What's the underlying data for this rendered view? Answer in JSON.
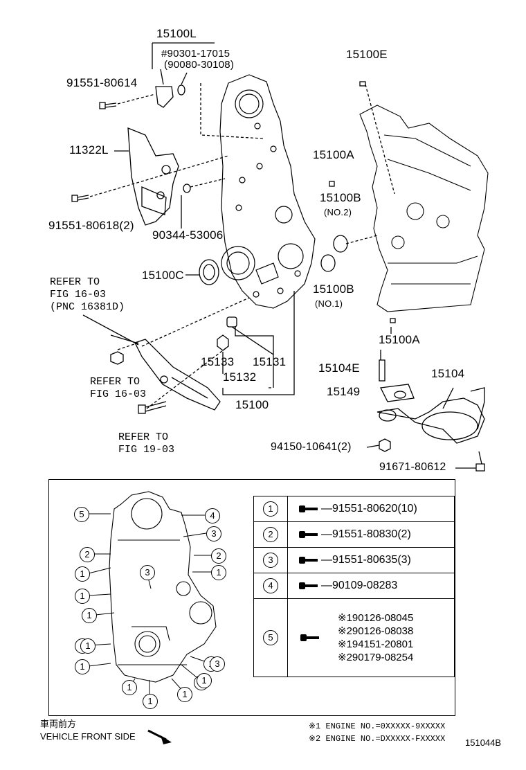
{
  "labels": {
    "p15100L": "15100L",
    "p90301": "#90301-17015",
    "p90080": "(90080-30108)",
    "p15100E": "15100E",
    "p91551_80614": "91551-80614",
    "p11322L": "11322L",
    "p15100A_top": "15100A",
    "p15100B_top": "15100B",
    "no2": "(NO.2)",
    "p91551_80618": "91551-80618(2)",
    "p90344": "90344-53006",
    "p15100C": "15100C",
    "p15100B_bot": "15100B",
    "no1": "(NO.1)",
    "refer1_a": "REFER TO",
    "refer1_b": "FIG 16-03",
    "refer1_c": "(PNC 16381D)",
    "p15100A_bot": "15100A",
    "p15104E": "15104E",
    "p15104": "15104",
    "p15133": "15133",
    "p15131": "15131",
    "p15132": "15132",
    "p15100": "15100",
    "p15149": "15149",
    "refer2_a": "REFER TO",
    "refer2_b": "FIG 16-03",
    "refer3_a": "REFER TO",
    "refer3_b": "FIG 19-03",
    "p94150": "94150-10641(2)",
    "p91671": "91671-80612"
  },
  "legend": [
    {
      "num": "1",
      "parts": [
        "91551-80620(10)"
      ]
    },
    {
      "num": "2",
      "parts": [
        "91551-80830(2)"
      ]
    },
    {
      "num": "3",
      "parts": [
        "91551-80635(3)"
      ]
    },
    {
      "num": "4",
      "parts": [
        "90109-08283"
      ]
    },
    {
      "num": "5",
      "parts": [
        "※190126-08045",
        "※290126-08038",
        "※194151-20801",
        "※290179-08254"
      ]
    }
  ],
  "key_callouts": [
    "5",
    "4",
    "3",
    "2",
    "2",
    "1",
    "1",
    "1",
    "1",
    "3",
    "1",
    "1",
    "1",
    "1",
    "1",
    "1",
    "1",
    "3",
    "1",
    "1"
  ],
  "footer": {
    "jp": "車両前方",
    "front": "VEHICLE FRONT SIDE",
    "note1": "※1 ENGINE NO.=0XXXXX-9XXXXX",
    "note2": "※2 ENGINE NO.=DXXXXX-FXXXXX",
    "code": "151044B"
  }
}
